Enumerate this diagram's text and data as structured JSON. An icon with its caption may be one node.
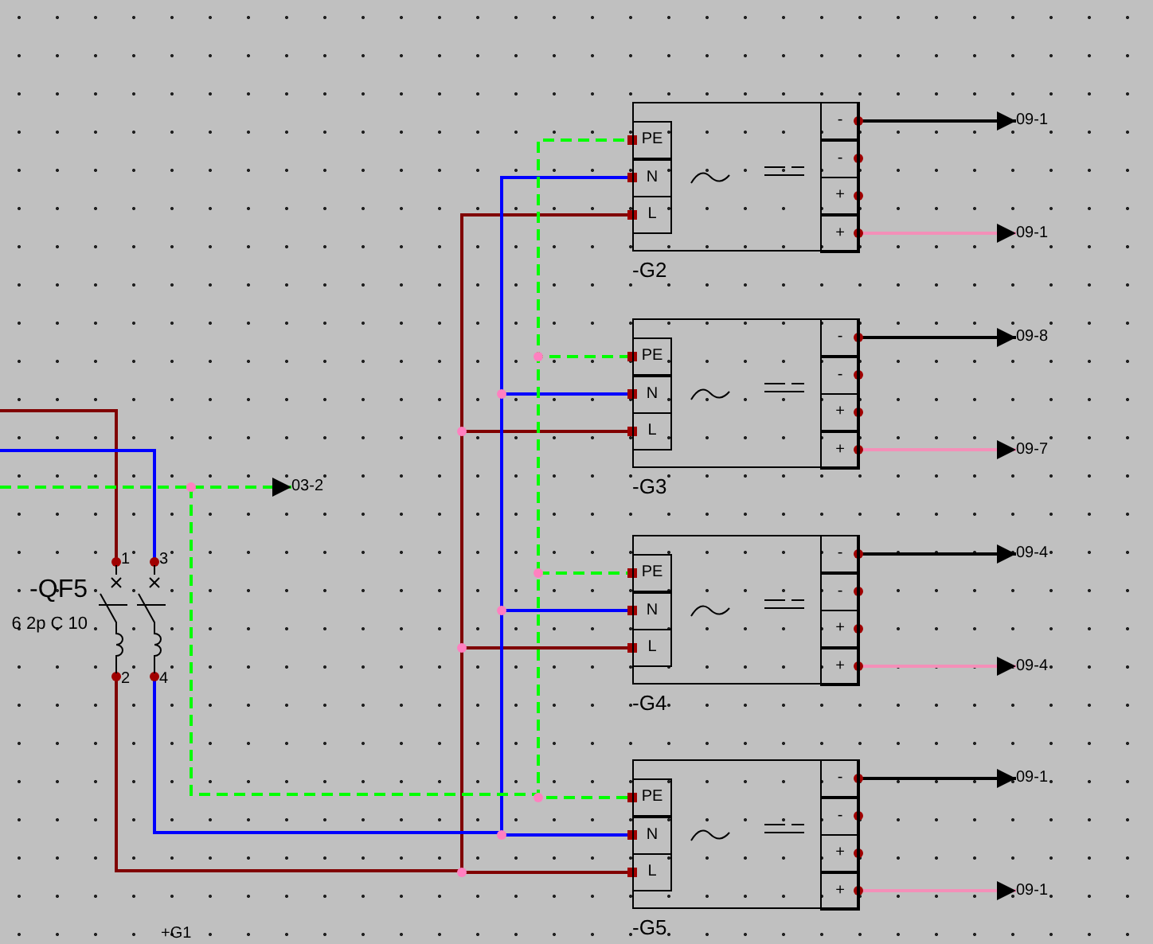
{
  "diagram": {
    "nodes": [
      {
        "text": [
          "-QF5",
          "6 2p C 10"
        ]
      },
      {
        "text": [
          "03-2"
        ]
      },
      {
        "text": [
          "-G2"
        ]
      },
      {
        "text": [
          "PE"
        ],
        "in": 2
      },
      {
        "text": [
          "N"
        ],
        "in": 2
      },
      {
        "text": [
          "L"
        ],
        "in": 2
      },
      {
        "text": [
          "-"
        ],
        "in": 2
      },
      {
        "text": [
          "-"
        ],
        "in": 2
      },
      {
        "text": [
          "+"
        ],
        "in": 2
      },
      {
        "text": [
          "+"
        ],
        "in": 2
      },
      {
        "text": [
          "09-1"
        ]
      },
      {
        "text": [
          "09-1"
        ]
      },
      {
        "text": [
          "-G3"
        ]
      },
      {
        "text": [
          "PE"
        ],
        "in": 12
      },
      {
        "text": [
          "N"
        ],
        "in": 12
      },
      {
        "text": [
          "L"
        ],
        "in": 12
      },
      {
        "text": [
          "-"
        ],
        "in": 12
      },
      {
        "text": [
          "-"
        ],
        "in": 12
      },
      {
        "text": [
          "+"
        ],
        "in": 12
      },
      {
        "text": [
          "+"
        ],
        "in": 12
      },
      {
        "text": [
          "09-8"
        ]
      },
      {
        "text": [
          "09-7"
        ]
      },
      {
        "text": [
          "-G4"
        ]
      },
      {
        "text": [
          "PE"
        ],
        "in": 22
      },
      {
        "text": [
          "N"
        ],
        "in": 22
      },
      {
        "text": [
          "L"
        ],
        "in": 22
      },
      {
        "text": [
          "-"
        ],
        "in": 22
      },
      {
        "text": [
          "-"
        ],
        "in": 22
      },
      {
        "text": [
          "+"
        ],
        "in": 22
      },
      {
        "text": [
          "+"
        ],
        "in": 22
      },
      {
        "text": [
          "09-4"
        ]
      },
      {
        "text": [
          "09-4"
        ]
      },
      {
        "text": [
          "-G5"
        ]
      },
      {
        "text": [
          "PE"
        ],
        "in": 32
      },
      {
        "text": [
          "N"
        ],
        "in": 32
      },
      {
        "text": [
          "L"
        ],
        "in": 32
      },
      {
        "text": [
          "-"
        ],
        "in": 32
      },
      {
        "text": [
          "-"
        ],
        "in": 32
      },
      {
        "text": [
          "+"
        ],
        "in": 32
      },
      {
        "text": [
          "+"
        ],
        "in": 32
      },
      {
        "text": [
          "09-1"
        ]
      },
      {
        "text": [
          "09-1"
        ]
      }
    ],
    "edges": [
      {
        "from": null,
        "to": 0,
        "arrow": "none",
        "color": "#800000"
      },
      {
        "from": null,
        "to": 0,
        "arrow": "none",
        "color": "#0000ff"
      },
      {
        "from": null,
        "to": 1,
        "arrow": "to",
        "style": "dashed",
        "color": "#00ff00"
      },
      {
        "from": 0,
        "to": 5,
        "arrow": "none",
        "color": "#800000"
      },
      {
        "from": 0,
        "to": 4,
        "arrow": "none",
        "color": "#0000ff"
      },
      {
        "from": null,
        "to": 3,
        "arrow": "none",
        "style": "dashed",
        "color": "#00ff00"
      },
      {
        "from": 6,
        "to": 10,
        "arrow": "to",
        "color": "#000000"
      },
      {
        "from": 9,
        "to": 11,
        "arrow": "to",
        "color": "#f48fb8"
      },
      {
        "from": 0,
        "to": 15,
        "arrow": "none",
        "color": "#800000"
      },
      {
        "from": 0,
        "to": 14,
        "arrow": "none",
        "color": "#0000ff"
      },
      {
        "from": null,
        "to": 13,
        "arrow": "none",
        "style": "dashed",
        "color": "#00ff00"
      },
      {
        "from": 16,
        "to": 20,
        "arrow": "to",
        "color": "#000000"
      },
      {
        "from": 19,
        "to": 21,
        "arrow": "to",
        "color": "#f48fb8"
      },
      {
        "from": 0,
        "to": 25,
        "arrow": "none",
        "color": "#800000"
      },
      {
        "from": 0,
        "to": 24,
        "arrow": "none",
        "color": "#0000ff"
      },
      {
        "from": null,
        "to": 23,
        "arrow": "none",
        "style": "dashed",
        "color": "#00ff00"
      },
      {
        "from": 26,
        "to": 30,
        "arrow": "to",
        "color": "#000000"
      },
      {
        "from": 29,
        "to": 31,
        "arrow": "to",
        "color": "#f48fb8"
      },
      {
        "from": 0,
        "to": 35,
        "arrow": "none",
        "color": "#800000"
      },
      {
        "from": 0,
        "to": 34,
        "arrow": "none",
        "color": "#0000ff"
      },
      {
        "from": null,
        "to": 33,
        "arrow": "none",
        "style": "dashed",
        "color": "#00ff00"
      },
      {
        "from": 36,
        "to": 40,
        "arrow": "to",
        "color": "#000000"
      },
      {
        "from": 39,
        "to": 41,
        "arrow": "to",
        "color": "#f48fb8"
      }
    ],
    "labels": [
      "1",
      "3",
      "2",
      "4",
      "+G1"
    ]
  }
}
